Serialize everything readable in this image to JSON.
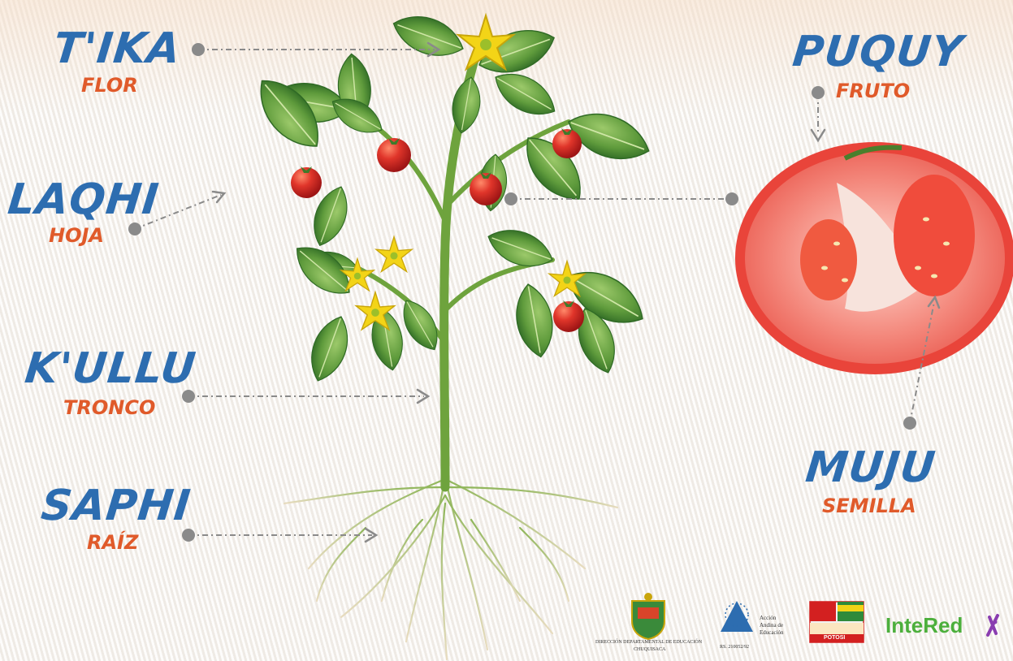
{
  "labels": {
    "flower": {
      "quechua": "T'IKA",
      "spanish": "FLOR"
    },
    "leaf": {
      "quechua": "LAQHI",
      "spanish": "HOJA"
    },
    "trunk": {
      "quechua": "K'ULLU",
      "spanish": "TRONCO"
    },
    "root": {
      "quechua": "SAPHI",
      "spanish": "RAÍZ"
    },
    "fruit": {
      "quechua": "PUQUY",
      "spanish": "FRUTO"
    },
    "seed": {
      "quechua": "MUJU",
      "spanish": "SEMILLA"
    }
  },
  "colors": {
    "quechua_text": "#2d6db0",
    "spanish_text": "#e05a2a",
    "pointer": "#8a8a8a",
    "leaf": "#5f9b3c",
    "tomato": "#d8322a",
    "flower": "#f3d417",
    "intered": "#4caf3c"
  },
  "logos": {
    "chuquisaca_caption": "DIRECCIÓN DEPARTAMENTAL DE EDUCACIÓN",
    "chuquisaca_sub": "CHUQUISACA",
    "accion_caption_1": "Acción",
    "accion_caption_2": "Andina de",
    "accion_caption_3": "Educación",
    "accion_code": "RS. 210052/92",
    "potosi_caption": "POTOSI",
    "intered_name": "InteRed"
  }
}
